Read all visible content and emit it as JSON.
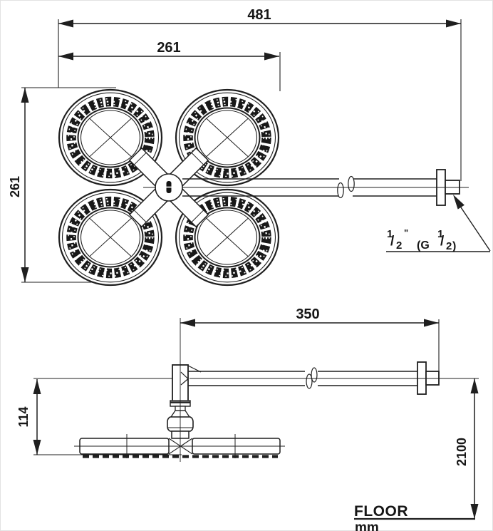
{
  "drawing": {
    "subject": "four-head-overhead-shower-with-wall-arm",
    "line_color": "#1f1f1f",
    "background": "#ffffff",
    "top_view": {
      "dim_total_width": "481",
      "dim_head_span_width": "261",
      "dim_head_span_height": "261",
      "thread_label": {
        "numerator_1": "1",
        "slash_1": "/",
        "denominator_1": "2",
        "inch_mark": "\"",
        "g_open": "(G",
        "numerator_2": "1",
        "slash_2": "/",
        "denominator_2": "2",
        "close_paren": ")"
      }
    },
    "side_view": {
      "dim_arm_projection": "350",
      "dim_head_drop": "114",
      "dim_mounting_height": "2100",
      "floor_label": "FLOOR",
      "units_label": "mm"
    }
  }
}
